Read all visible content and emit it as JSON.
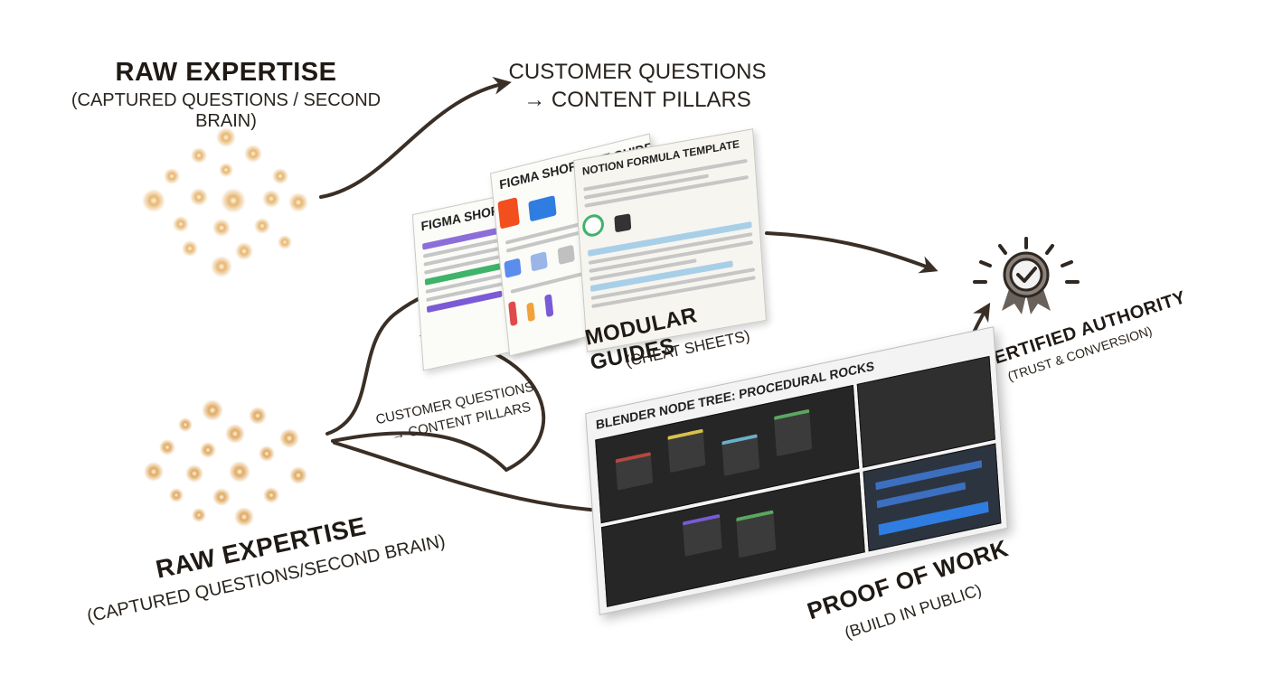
{
  "top_left": {
    "title": "RAW EXPERTISE",
    "subtitle": "(CAPTURED QUESTIONS / SECOND BRAIN)"
  },
  "top_center": {
    "line1": "CUSTOMER QUESTIONS",
    "line2": "→ CONTENT PILLARS"
  },
  "middle_label": {
    "line1": "CUSTOMER QUESTIONS",
    "line2": "→ CONTENT PILLARS"
  },
  "guides": {
    "title": "MODULAR GUIDES",
    "subtitle": "(CHEAT SHEETS)",
    "sheet_back": "FIGMA SHORTC",
    "sheet_mid": "FIGMA SHORTCUT GUIDE",
    "sheet_front": "NOTION FORMULA TEMPLATE"
  },
  "authority": {
    "title": "CERTIFIED AUTHORITY",
    "subtitle": "(TRUST & CONVERSION)"
  },
  "proof": {
    "title": "PROOF OF WORK",
    "subtitle": "(BUILD IN PUBLIC)",
    "screen_title": "BLENDER NODE TREE: PROCEDURAL ROCKS"
  },
  "bottom_left": {
    "title": "RAW EXPERTISE",
    "subtitle": "(CAPTURED QUESTIONS/SECOND BRAIN)"
  },
  "colors": {
    "arrow": "#3a2f26",
    "glow": "#d9a55f",
    "text": "#1f1a15"
  }
}
